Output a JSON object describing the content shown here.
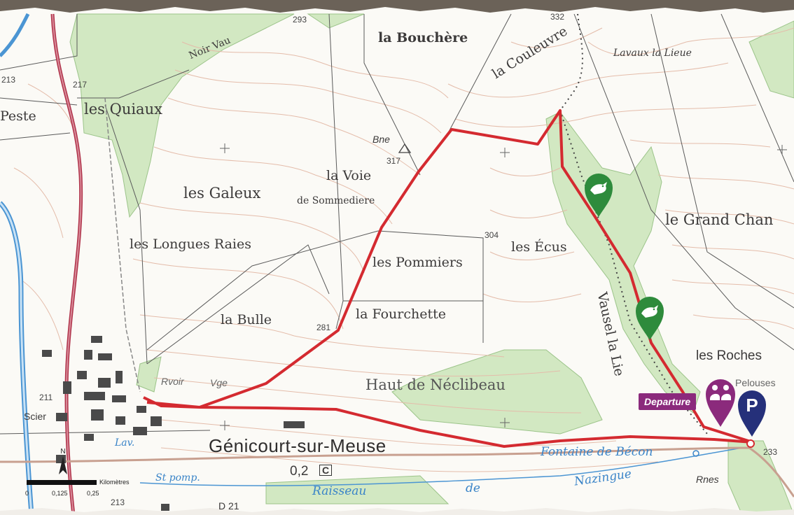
{
  "places": {
    "la_bouchere": "la Bouchère",
    "lavaux": "Lavaux la Lieue",
    "la_couleuvre": "la Couleuvre",
    "noir_vau": "Noir Vau",
    "peste": "Peste",
    "les_quiaux": "les Quiaux",
    "bne": "Bne",
    "la_voie": "la Voie",
    "de_sommediere": "de Sommediere",
    "les_galeux": "les Galeux",
    "le_grand_chan": "le Grand Chan",
    "les_longues_raies": "les Longues Raies",
    "les_pommiers": "les Pommiers",
    "les_ecus": "les Écus",
    "la_bulle": "la Bulle",
    "la_fourchette": "la Fourchette",
    "vausel": "Vausel la Lie",
    "les_roches": "les Roches",
    "pelouses": "Pelouses",
    "haut_de_neclibeau": "Haut de Néclibeau",
    "town": "Génicourt-sur-Meuse",
    "fontaine": "Fontaine de Bécon",
    "nazingue": "Nazingue",
    "raisseau": "Raisseau",
    "de": "de",
    "st_pomp": "St pomp.",
    "lav": "Lav.",
    "scier": "Scier",
    "rvoir": "Rvoir",
    "vge": "Vge",
    "rnes": "Rnes",
    "town_code": "0,2",
    "town_code_box": "C",
    "road_d": "D 21"
  },
  "elevations": {
    "e293": "293",
    "e332": "332",
    "e317": "317",
    "e304": "304",
    "e281": "281",
    "e213a": "213",
    "e217": "217",
    "e211": "211",
    "e213b": "213",
    "e233": "233"
  },
  "legend": {
    "departure": "Departure",
    "parking": "P"
  },
  "scale": {
    "ticks": [
      "0",
      "0,125",
      "0,25"
    ],
    "unit": "Kilomètres",
    "north": "N"
  },
  "colors": {
    "route": "#d42a30",
    "forest": "#cfe5bd",
    "water": "#4b95d3",
    "contour": "#e3b8a6",
    "departure": "#8b2a7c",
    "parking": "#25307a",
    "bird_pin": "#2e8b3c"
  }
}
